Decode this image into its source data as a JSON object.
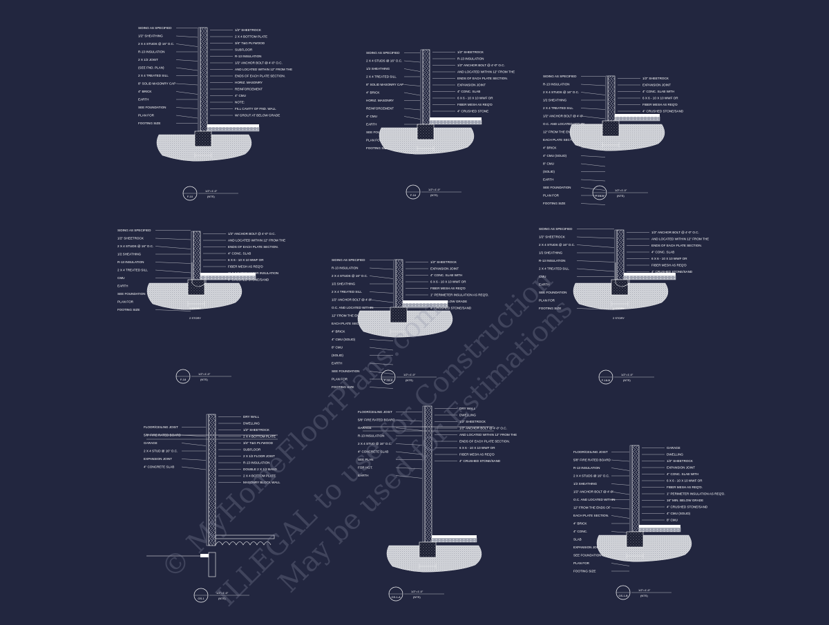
{
  "colors": {
    "background": "#22263f",
    "lines": "#ffffff",
    "earth": "#d6d8dc",
    "watermark": "#8d91a8"
  },
  "watermark": [
    "© MyHomeFloorPlans.com",
    "ILLEGAL to use for Construction",
    "May be used for Estimations"
  ],
  "details": [
    {
      "id": "F-10",
      "scale": "1/2\"=1'-0\"",
      "scale_note": "(NTS)",
      "labels": [
        "SIDING AS SPECIFIED",
        "1/2\" SHEATHING",
        "2 X 4 STUDS @ 16\" O.C.",
        "R-13 INSULATION",
        "2 X 1/2 JOIST",
        "(SEE FND. PLAN)",
        "2 X 4 TREATED SILL",
        "8\" SOLID MASONRY CAP",
        "4\" BRICK",
        "EARTH",
        "SEE FOUNDATION",
        "PLAN FOR",
        "FOOTING SIZE"
      ],
      "labels_right": [
        "1/2\" SHEETROCK",
        "2 X 4 BOTTOM PLATE",
        "3/4\" T&G PLYWOOD",
        "SUBFLOOR",
        "R-13 INSULATION",
        "1/2\" ANCHOR BOLT @ 4'-0\" O.C.",
        "AND LOCATED WITHIN 12\" FROM THE",
        "ENDS OF EACH PLATE SECTION.",
        "HORIZ. MASONRY",
        "REINFORCEMENT",
        "4\" CMU",
        "NOTE:",
        "FILL CAVITY OF FND. WALL",
        "W/ GROUT AT BELOW GRADE"
      ]
    },
    {
      "id": "F-16",
      "scale": "1/2\"=1'-0\"",
      "scale_note": "(NTS)",
      "labels": [
        "SIDING AS SPECIFIED",
        "2 X 4 STUDS @ 16\" O.C.",
        "1/2 SHEATHING",
        "2 X 4 TREATED SILL",
        "8\" SOLID MASONRY CAP",
        "4\" BRICK",
        "HORIZ. MASONRY",
        "REINFORCEMENT",
        "4\" CMU",
        "EARTH",
        "SEE FOUNDATION",
        "PLAN FOR",
        "FOOTING SIZE"
      ],
      "labels_right": [
        "1/2\" SHEETROCK",
        "R-13 INSULATION",
        "1/2\" ANCHOR BOLT @ 4'-0\" O.C.",
        "AND LOCATED WITHIN 12\" FROM THE",
        "ENDS OF EACH PLATE SECTION.",
        "EXPANSION JOINT",
        "4\" CONC. SLAB",
        "6 X 6 - 10 X 10 WWF OR",
        "FIBER MESH AS REQ'D",
        "4\" CRUSHED STONE"
      ]
    },
    {
      "id": "F-16-A",
      "scale": "1/2\"=1'-0\"",
      "scale_note": "(NTS)",
      "labels": [
        "SIDING AS SPECIFIED",
        "R-13 INSULATION",
        "2 X 4 STUDS @ 16\" O.C.",
        "1/2 SHEATHING",
        "2 X 4 TREATED SILL",
        "1/2\" ANCHOR BOLT @ 4'-0\"",
        "O.C. AND LOCATED WITHIN",
        "12\" FROM THE ENDS OF",
        "EACH PLATE SECTION.",
        "4\" BRICK",
        "4\" CMU (SOLID)",
        "8\" CMU",
        "(SOLID)",
        "EARTH",
        "SEE FOUNDATION",
        "PLAN FOR",
        "FOOTING SIZE"
      ],
      "labels_right": [
        "1/2\" SHEETROCK",
        "EXPANSION JOINT",
        "4\" CONC. SLAB WITH",
        "6 X 6 - 10 X 10 WWF OR",
        "FIBER MESH AS REQ'D",
        "4\" CRUSHED STONE/SAND"
      ]
    },
    {
      "id": "F-18",
      "scale": "1/2\"=1'-0\"",
      "scale_note": "(NTS)",
      "labels": [
        "SIDING AS SPECIFIED",
        "1/2\" SHEETROCK",
        "2 X 4 STUDS @ 16\" O.C.",
        "1/2 SHEATHING",
        "R-13 INSULATION",
        "2 X 4 TREATED SILL",
        "CMU",
        "EARTH",
        "SEE FOUNDATION",
        "PLAN FOR",
        "FOOTING SIZE"
      ],
      "labels_right": [
        "1/2\" ANCHOR BOLT @ 4'-0\" O.C.",
        "AND LOCATED WITHIN 12\" FROM THE",
        "ENDS OF EACH PLATE SECTION.",
        "4\" CONC. SLAB",
        "6 X 6 - 10 X 10 WWF OR",
        "FIBER MESH AS REQ'D",
        "1\" X 24\" PERIMETER INSULATION",
        "4\" CRUSHED STONE/SAND"
      ],
      "dims": [
        "1 STORY",
        "2 STORY"
      ]
    },
    {
      "id": "F-18-A",
      "scale": "1/2\"=1'-0\"",
      "scale_note": "(NTS)",
      "labels": [
        "SIDING AS SPECIFIED",
        "R-13 INSULATION",
        "2 X 4 STUDS @ 16\" O.C.",
        "1/2 SHEATHING",
        "2 X 4 TREATED SILL",
        "1/2\" ANCHOR BOLT @ 4'-0\"",
        "O.C. AND LOCATED WITHIN",
        "12\" FROM THE ENDS OF",
        "EACH PLATE SECTION.",
        "4\" BRICK",
        "4\" CMU (SOLID)",
        "8\" CMU",
        "(SOLID)",
        "EARTH",
        "SEE FOUNDATION",
        "PLAN FOR",
        "FOOTING SIZE"
      ],
      "labels_right": [
        "1/2\" SHEETROCK",
        "EXPANSION JOINT",
        "4\" CONC. SLAB WITH",
        "6 X 6 - 10 X 10 WWF OR",
        "FIBER MESH AS REQ'D",
        "1\" PERIMETER INSULATION AS REQ'D.",
        "16\" MIN. BELOW GRADE",
        "4\" CRUSHED STONE/SAND"
      ]
    },
    {
      "id": "F-18-B",
      "scale": "1/2\"=1'-0\"",
      "scale_note": "(NTS)",
      "labels": [
        "SIDING AS SPECIFIED",
        "1/2\" SHEETROCK",
        "2 X 4 STUDS @ 16\" O.C.",
        "1/2 SHEATHING",
        "R-13 INSULATION",
        "2 X 4 TREATED SILL",
        "CMU",
        "EARTH",
        "SEE FOUNDATION",
        "PLAN FOR",
        "FOOTING SIZE"
      ],
      "labels_right": [
        "1/2\" ANCHOR BOLT @ 4'-0\" O.C.",
        "AND LOCATED WITHIN 12\" FROM THE",
        "ENDS OF EACH PLATE SECTION.",
        "4\" CONC. SLAB",
        "6 X 6 - 10 X 10 WWF OR",
        "FIBER MESH AS REQ'D",
        "4\" CRUSHED STONE/SAND"
      ],
      "dims": [
        "1 STORY",
        "2 STORY"
      ]
    },
    {
      "id": "GS-1",
      "scale": "1/2\"=1'-0\"",
      "scale_note": "(NTS)",
      "labels": [
        "FLOOR/CEILING JOIST",
        "5/8\" FIRE RATED BOARD",
        "GARAGE",
        "2 X 4 STUD @ 16\" O.C.",
        "EXPANSION JOINT",
        "4\" CONCRETE SLAB"
      ],
      "labels_right": [
        "DRY WALL",
        "DWELLING",
        "1/2\" SHEETROCK",
        "2 X 4 BOTTOM PLATE",
        "3/4\" T&G PLYWOOD",
        "SUBFLOOR",
        "2 X 1/2 FLOOR JOIST",
        "R-13 INSULATION",
        "DOUBLE 2 X 1/2 BAND",
        "2 X 4 BOTTOM PLATE",
        "MASONRY BLOCK WALL"
      ]
    },
    {
      "id": "GS-1-A",
      "scale": "1/2\"=1'-0\"",
      "scale_note": "(NTS)",
      "labels": [
        "FLOOR/CEILING JOIST",
        "5/8\" FIRE RATED BOARD",
        "GARAGE",
        "R-13 INSULATION",
        "2 X 4 STUD @ 16\" O.C.",
        "4\" CONCRETE SLAB",
        "SEE PLAN",
        "FOR HGT.",
        "EARTH"
      ],
      "labels_right": [
        "DRY WALL",
        "DWELLING",
        "1/2\" SHEETROCK",
        "1/2\" ANCHOR BOLT @ 4'-0\" O.C.",
        "AND LOCATED WITHIN 12\" FROM THE",
        "ENDS OF EACH PLATE SECTION.",
        "6 X 6 - 10 X 10 WWF OR",
        "FIBER MESH AS REQ'D",
        "4\" CRUSHED STONE/SAND"
      ]
    },
    {
      "id": "GS-1-B",
      "scale": "1/2\"=1'-0\"",
      "scale_note": "(NTS)",
      "labels": [
        "FLOOR/CEILING JOIST",
        "5/8\" FIRE RATED BOARD",
        "R-13 INSULATION",
        "2 X 4 STUDS @ 16\" O.C.",
        "1/2 SHEATHING",
        "1/2\" ANCHOR BOLT @ 4'-0\"",
        "O.C. AND LOCATED WITHIN",
        "12\" FROM THE ENDS OF",
        "EACH PLATE SECTION.",
        "4\" BRICK",
        "4\" CONC.",
        "SLAB",
        "EXPANSION JOINT",
        "SEE FOUNDATION",
        "PLAN FOR",
        "FOOTING SIZE"
      ],
      "labels_right": [
        "GARAGE",
        "DWELLING",
        "1/2\" SHEETROCK",
        "EXPANSION JOINT",
        "4\" CONC. SLAB WITH",
        "6 X 6 - 10 X 10 WWF OR",
        "FIBER MESH AS REQ'D.",
        "1\" PERIMETER INSULATION AS REQ'D.",
        "16\" MIN. BELOW GRADE",
        "4\" CRUSHED STONE/SAND",
        "4\" CMU (SOLID)",
        "8\" CMU",
        "(SOLID)"
      ]
    }
  ]
}
